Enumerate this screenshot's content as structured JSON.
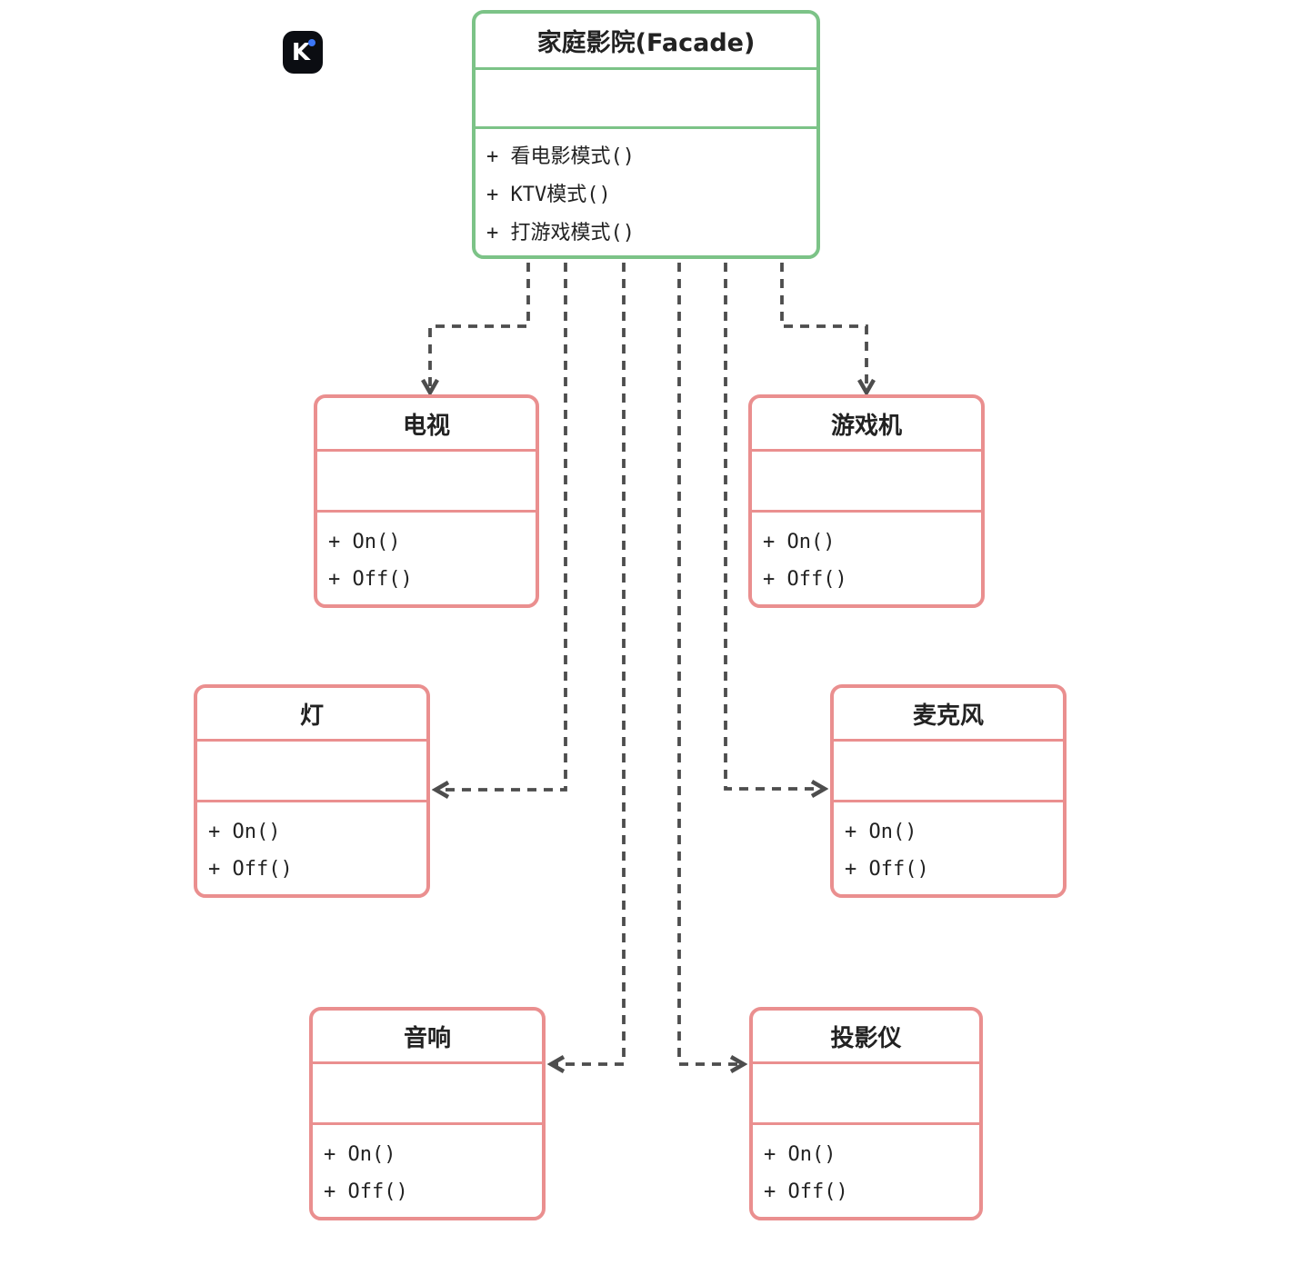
{
  "diagram": {
    "facade": {
      "title": "家庭影院(Facade)",
      "attributes": [],
      "methods": [
        "+ 看电影模式()",
        "+ KTV模式()",
        "+ 打游戏模式()"
      ]
    },
    "devices": [
      {
        "key": "tv",
        "title": "电视",
        "attributes": [],
        "methods": [
          "+ On()",
          "+ Off()"
        ]
      },
      {
        "key": "game-console",
        "title": "游戏机",
        "attributes": [],
        "methods": [
          "+ On()",
          "+ Off()"
        ]
      },
      {
        "key": "light",
        "title": "灯",
        "attributes": [],
        "methods": [
          "+ On()",
          "+ Off()"
        ]
      },
      {
        "key": "microphone",
        "title": "麦克风",
        "attributes": [],
        "methods": [
          "+ On()",
          "+ Off()"
        ]
      },
      {
        "key": "speaker",
        "title": "音响",
        "attributes": [],
        "methods": [
          "+ On()",
          "+ Off()"
        ]
      },
      {
        "key": "projector",
        "title": "投影仪",
        "attributes": [],
        "methods": [
          "+ On()",
          "+ Off()"
        ]
      }
    ]
  },
  "logo": {
    "letter": "K"
  },
  "colors": {
    "facade_border": "#7cc387",
    "device_border": "#ea8f8f",
    "connector": "#4d4d4d",
    "logo_background": "#0b0d12",
    "logo_dot": "#3b76f6",
    "text": "#222222",
    "background": "#ffffff"
  }
}
